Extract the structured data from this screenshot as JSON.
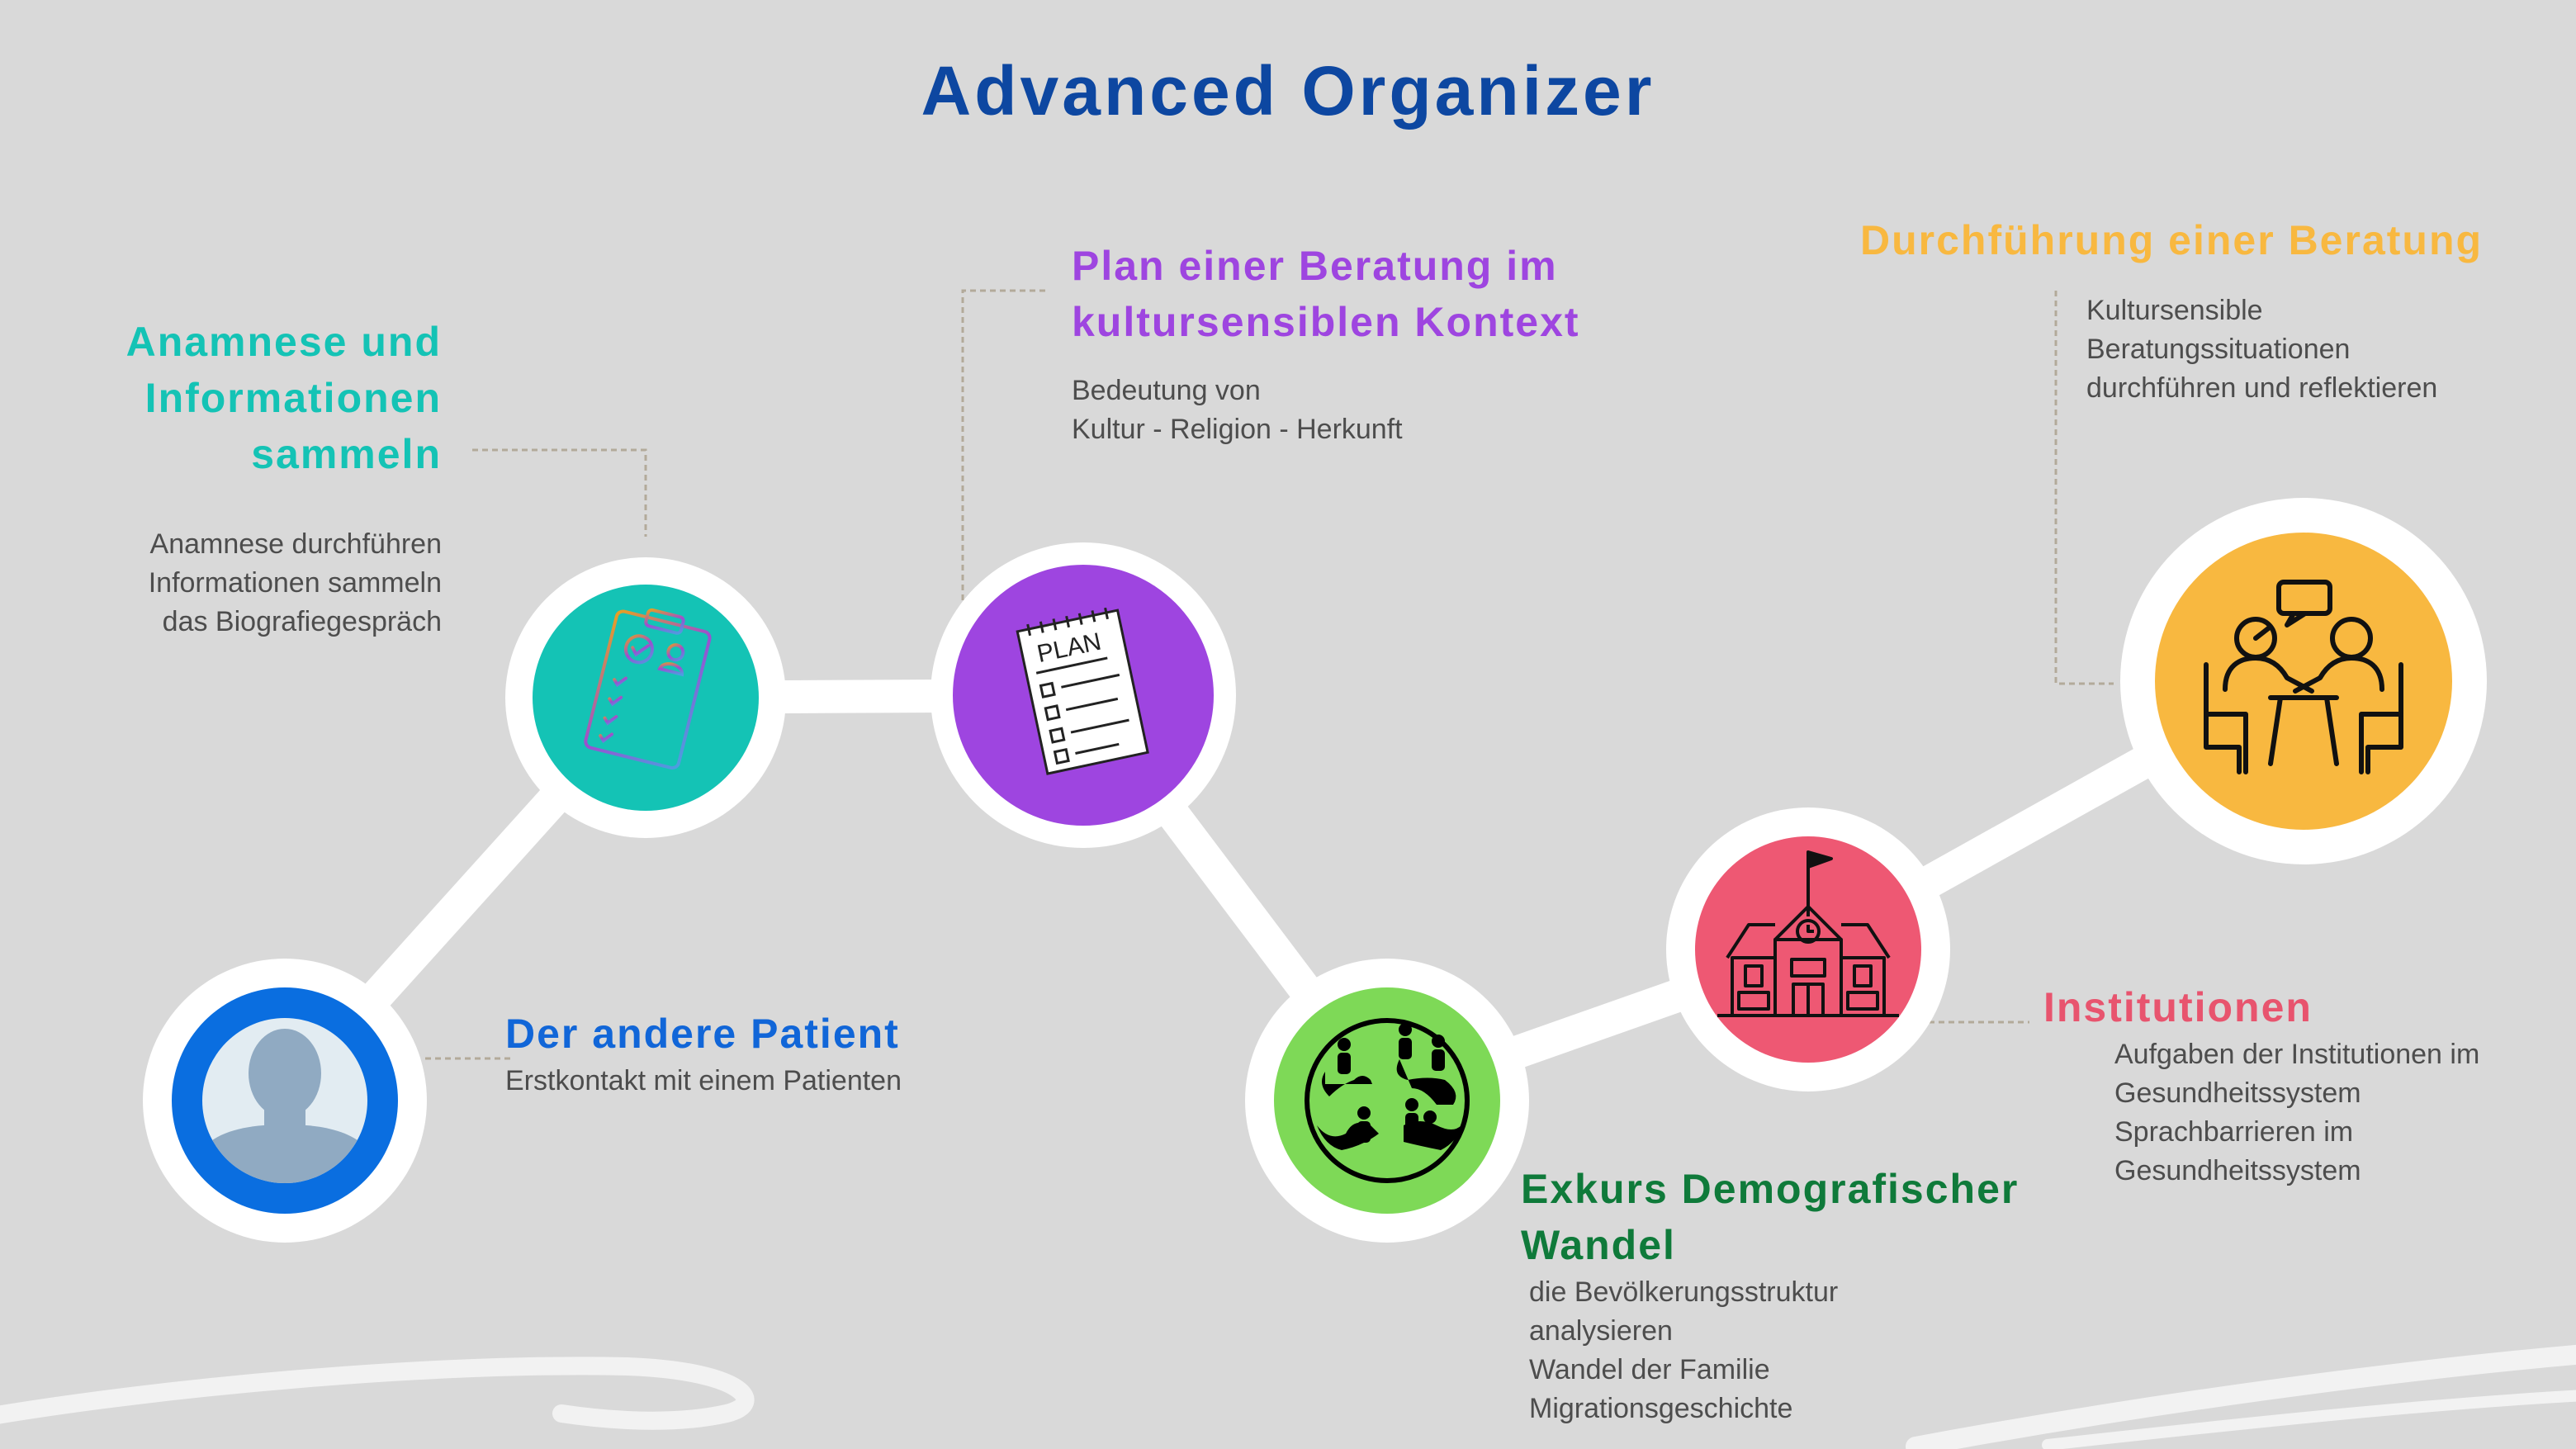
{
  "title": "Advanced Organizer",
  "colors": {
    "background": "#d9d9d9",
    "title": "#0d47a1",
    "connector": "#ffffff",
    "leader": "#b3aa9a"
  },
  "steps": [
    {
      "id": "patient",
      "heading": [
        "Der andere Patient"
      ],
      "description": [
        "Erstkontakt mit einem Patienten"
      ],
      "icon": "person-silhouette-icon",
      "color": "#0a6ee0"
    },
    {
      "id": "anamnese",
      "heading": [
        "Anamnese und",
        "Informationen",
        "sammeln"
      ],
      "description": [
        "Anamnese durchführen",
        "Informationen sammeln",
        "das Biografiegespräch"
      ],
      "icon": "clipboard-checklist-icon",
      "color": "#14c3b5"
    },
    {
      "id": "plan",
      "heading": [
        "Plan einer Beratung im",
        "kultursensiblen Kontext"
      ],
      "description": [
        "Bedeutung von",
        "Kultur - Religion - Herkunft"
      ],
      "icon": "plan-notepad-icon",
      "icon_text": "PLAN",
      "color": "#9e45e0"
    },
    {
      "id": "demografie",
      "heading": [
        "Exkurs Demografischer",
        "Wandel"
      ],
      "description": [
        "die Bevölkerungsstruktur",
        "analysieren",
        "Wandel der Familie",
        "Migrationsgeschichte"
      ],
      "icon": "population-groups-icon",
      "color": "#7ed957"
    },
    {
      "id": "institutionen",
      "heading": [
        "Institutionen"
      ],
      "description": [
        "Aufgaben der Institutionen im",
        "Gesundheitssystem",
        "Sprachbarrieren im",
        "Gesundheitssystem"
      ],
      "icon": "school-building-icon",
      "color": "#ee5873"
    },
    {
      "id": "beratung",
      "heading": [
        "Durchführung einer Beratung"
      ],
      "description": [
        "Kultursensible",
        "Beratungssituationen",
        "durchführen und reflektieren"
      ],
      "icon": "consultation-meeting-icon",
      "color": "#f8b840"
    }
  ]
}
